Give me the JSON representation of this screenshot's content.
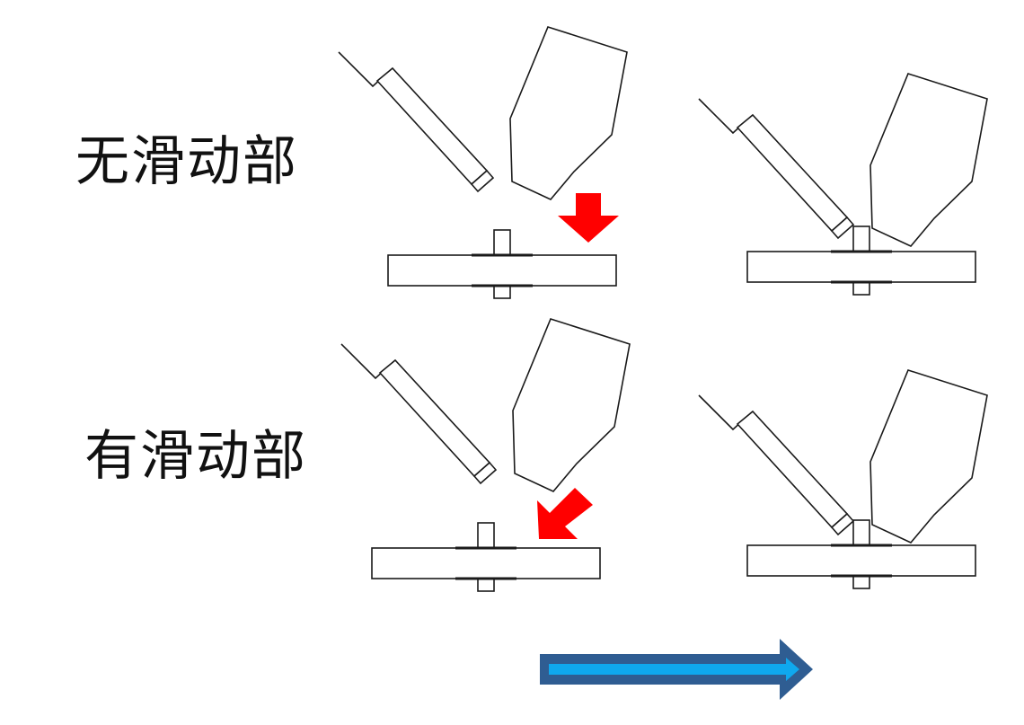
{
  "rows": [
    {
      "label": "无滑动部"
    },
    {
      "label": "有滑动部"
    }
  ],
  "colors": {
    "down_arrow": "#ff0000",
    "flow_arrow_fill": "#0fa8ee",
    "flow_arrow_border": "#2f5d92",
    "line": "#1a1a1a"
  },
  "icons": {
    "row1_before_arrow": "vertical-down-arrow",
    "row2_before_arrow": "diagonal-down-left-arrow",
    "flow_arrow": "right-arrow"
  }
}
